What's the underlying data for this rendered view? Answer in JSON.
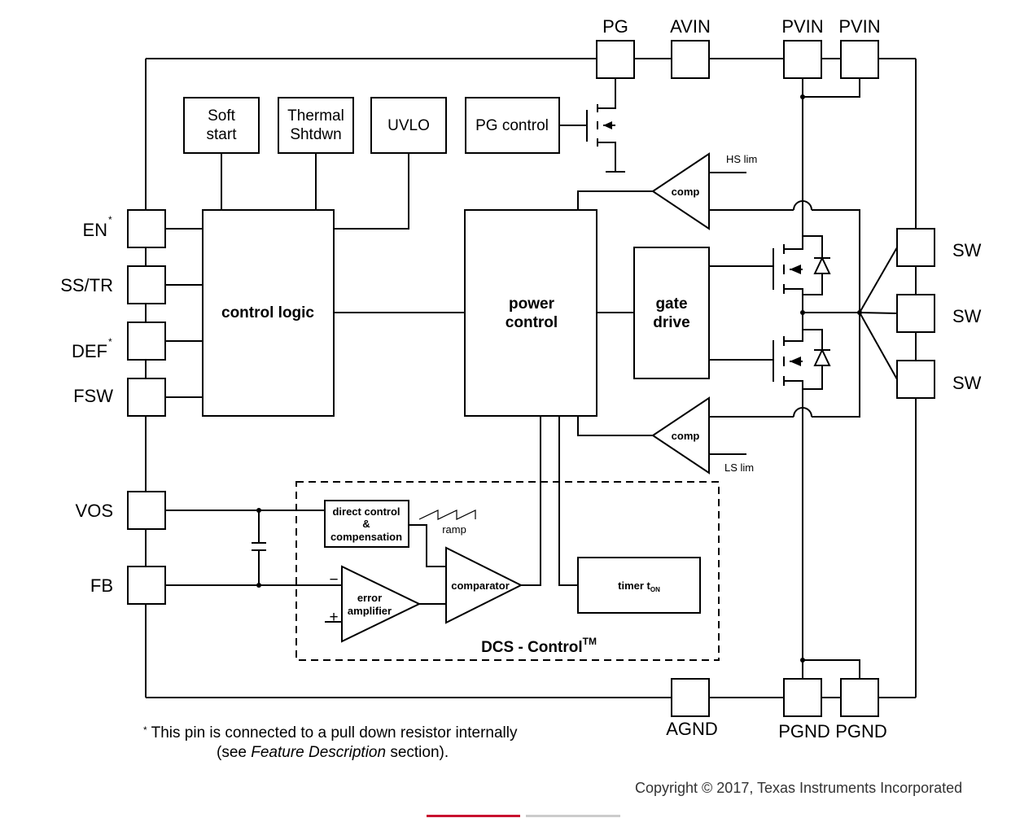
{
  "pins": {
    "pg": "PG",
    "avin": "AVIN",
    "pvin1": "PVIN",
    "pvin2": "PVIN",
    "en": "EN",
    "ss_tr": "SS/TR",
    "def": "DEF",
    "fsw": "FSW",
    "vos": "VOS",
    "fb": "FB",
    "sw1": "SW",
    "sw2": "SW",
    "sw3": "SW",
    "agnd": "AGND",
    "pgnd1": "PGND",
    "pgnd2": "PGND",
    "asterisk": "*"
  },
  "blocks": {
    "soft_start": [
      "Soft",
      "start"
    ],
    "thermal": [
      "Thermal",
      "Shtdwn"
    ],
    "uvlo": "UVLO",
    "pg_control": "PG control",
    "control_logic": "control logic",
    "power_control": [
      "power",
      "control"
    ],
    "gate_drive": [
      "gate",
      "drive"
    ],
    "comp_top": "comp",
    "comp_bottom": "comp",
    "hs_lim": "HS lim",
    "ls_lim": "LS lim",
    "direct_control": [
      "direct control",
      "&",
      "compensation"
    ],
    "ramp": "ramp",
    "comparator": "comparator",
    "error_amplifier": [
      "error",
      "amplifier"
    ],
    "minus": "−",
    "plus": "+",
    "timer": "timer t",
    "timer_sub": "ON",
    "dcs": "DCS - Control",
    "dcs_tm": "TM"
  },
  "footnote": {
    "mark": "*",
    "line1": " This pin is connected to a pull down resistor internally",
    "line2_pre": "(see ",
    "line2_em": "Feature Description",
    "line2_post": " section)."
  },
  "copyright": "Copyright © 2017, Texas Instruments Incorporated",
  "colors": {
    "line": "#000000",
    "background": "#ffffff",
    "tab_accent": "#c8102e"
  }
}
